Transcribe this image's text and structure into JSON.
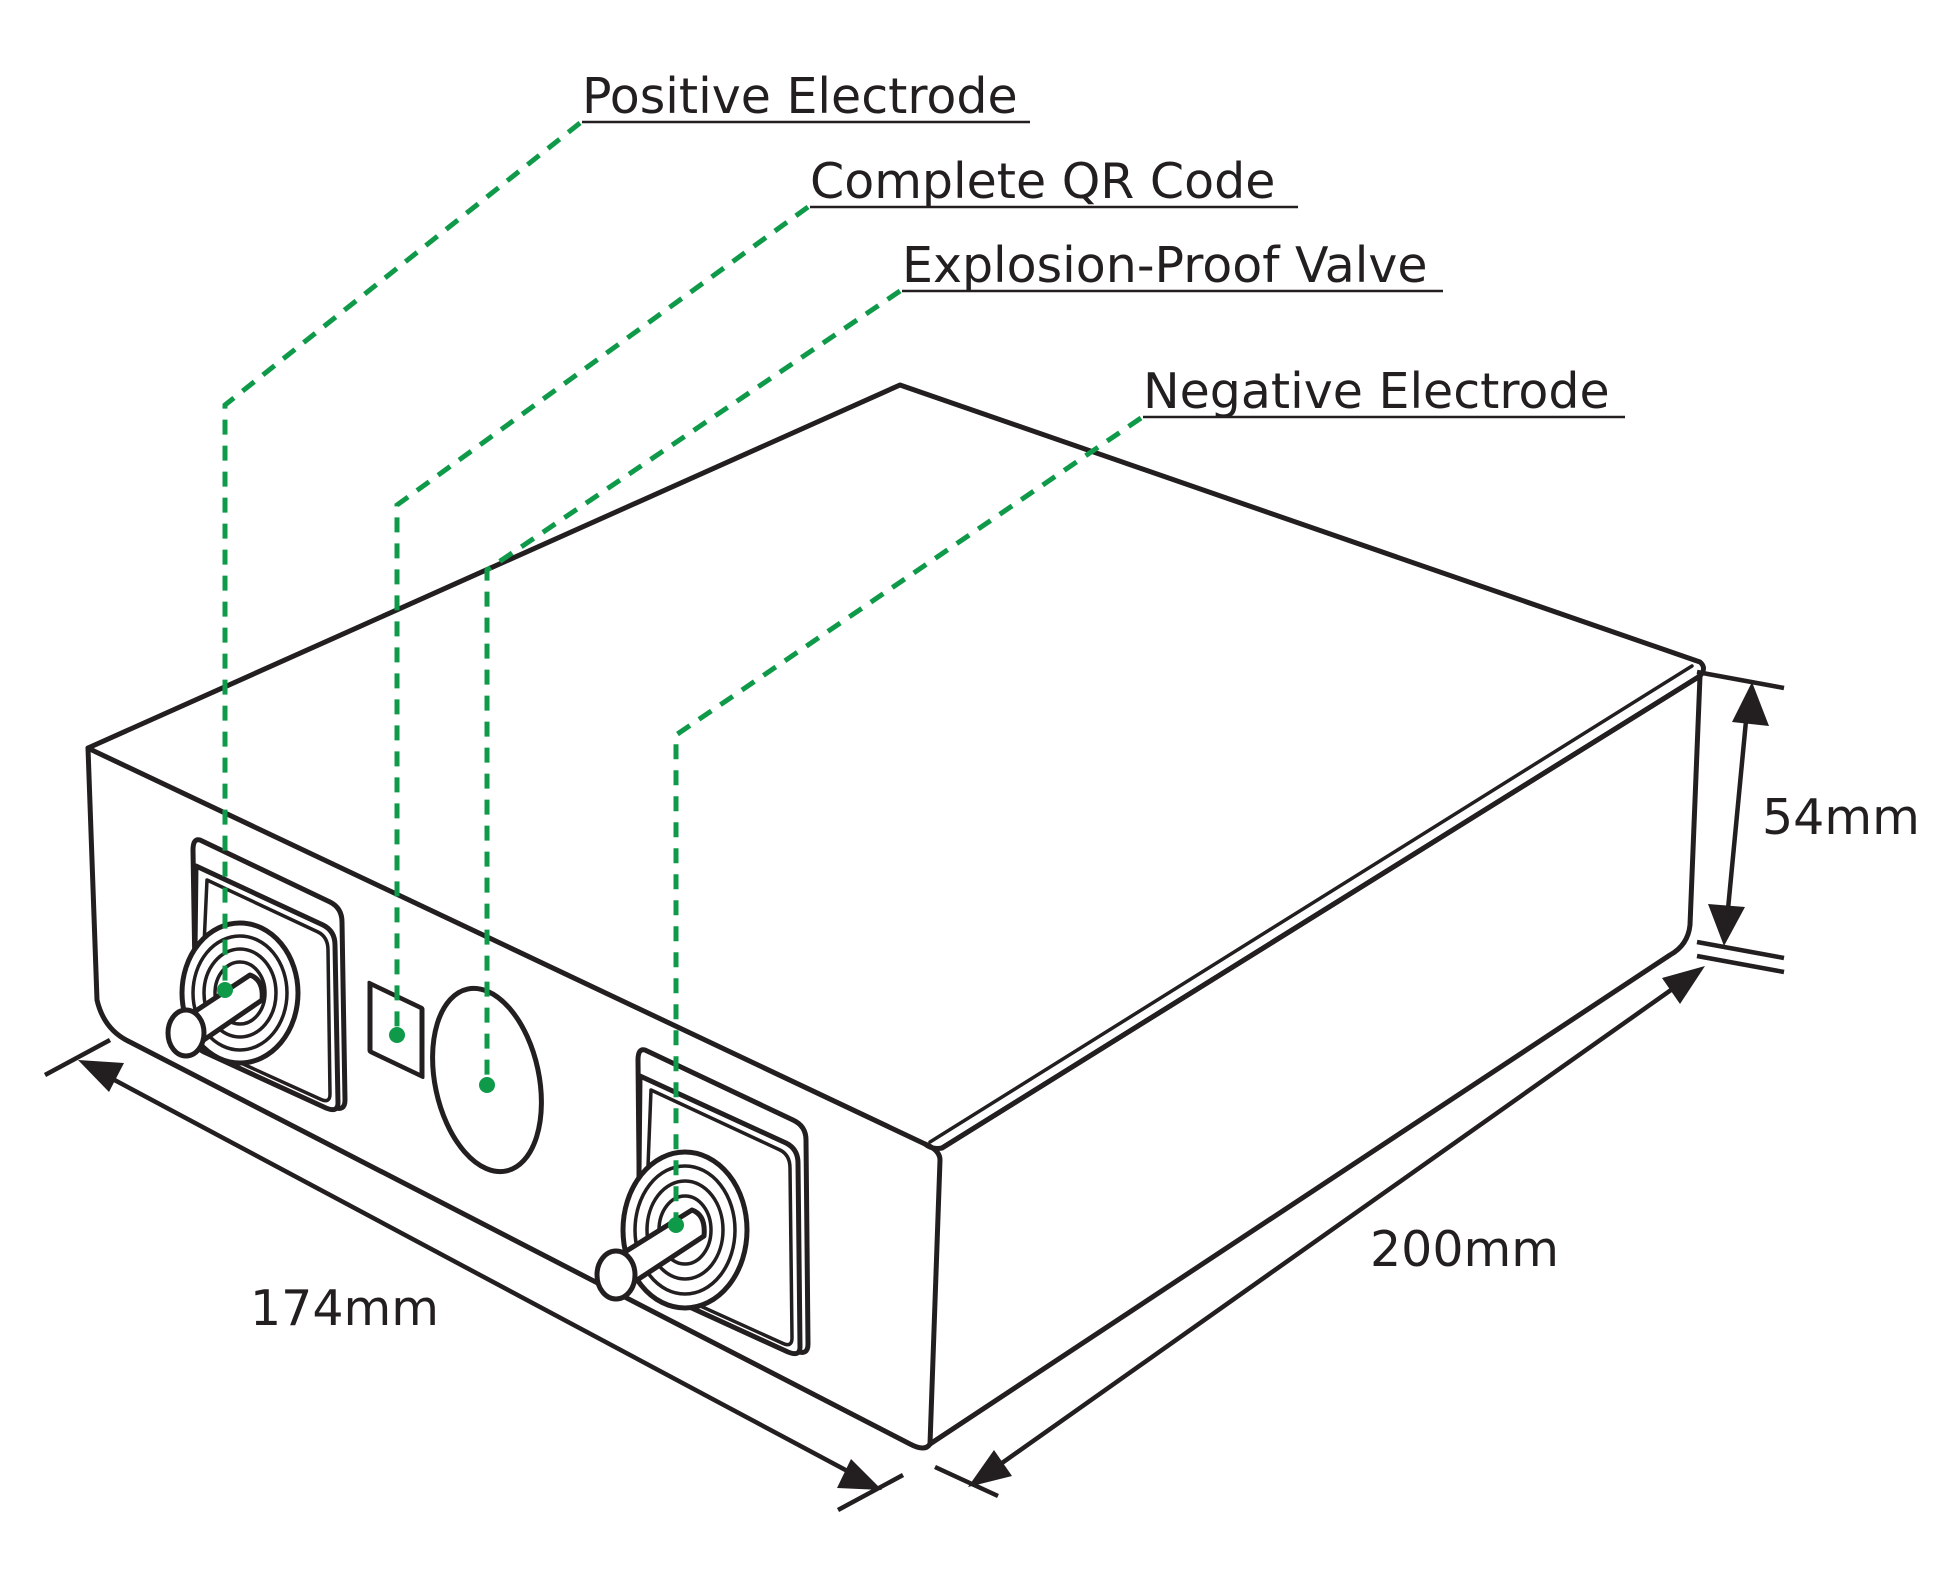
{
  "diagram": {
    "colors": {
      "leader": "#0f9a4a",
      "outline": "#231f20",
      "background": "#ffffff"
    },
    "callouts": [
      {
        "id": "positive",
        "text": "Positive Electrode"
      },
      {
        "id": "qr",
        "text": "Complete QR Code"
      },
      {
        "id": "valve",
        "text": "Explosion-Proof Valve"
      },
      {
        "id": "negative",
        "text": "Negative Electrode"
      }
    ],
    "dimensions": {
      "height": "54mm",
      "length": "200mm",
      "width": "174mm"
    }
  }
}
